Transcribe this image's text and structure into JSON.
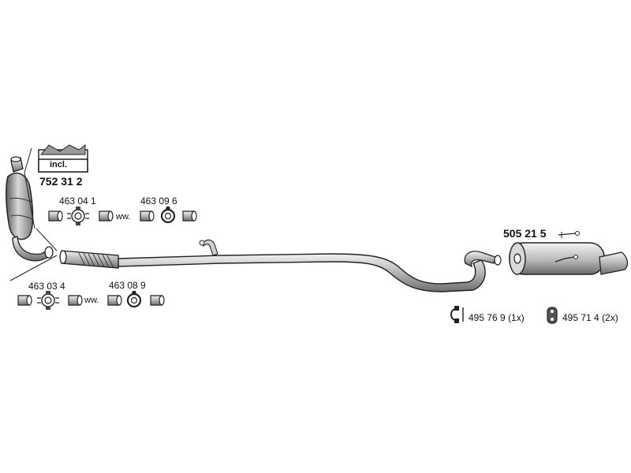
{
  "catalytic_converter": {
    "part_number": "752 31 2",
    "kit_badge": "incl."
  },
  "upper_kit": {
    "clamp_number": "463 04 1",
    "fitting_number": "463 09 6",
    "separator": "ww."
  },
  "lower_kit": {
    "clamp_number": "463 03 4",
    "fitting_number": "463 08 9",
    "separator": "ww."
  },
  "rear_silencer": {
    "part_number": "505 21 5"
  },
  "accessories": [
    {
      "number": "495 76 9",
      "qty": "(1x)",
      "icon": "clip-icon"
    },
    {
      "number": "495 71 4",
      "qty": "(2x)",
      "icon": "rubber-hanger-icon"
    }
  ]
}
